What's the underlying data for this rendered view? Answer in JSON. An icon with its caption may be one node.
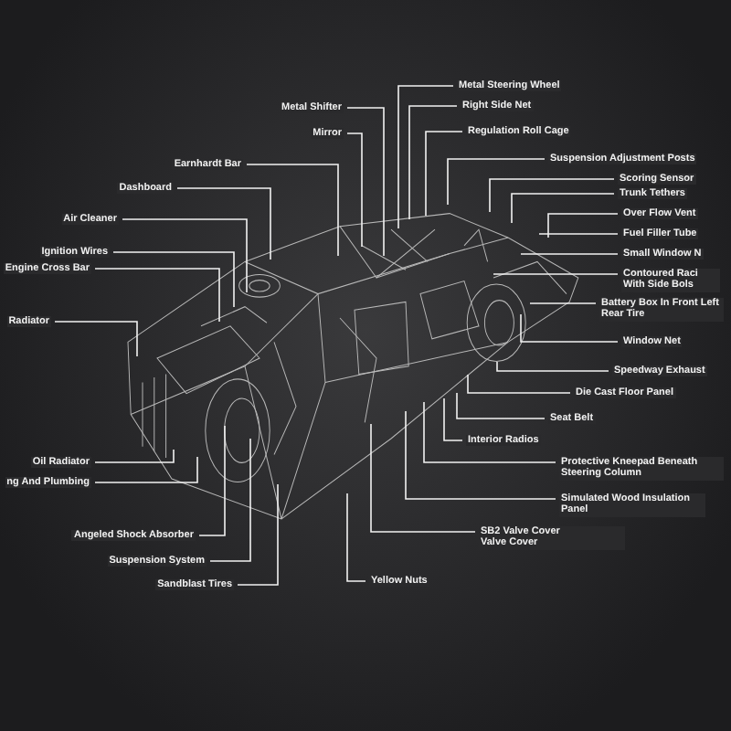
{
  "diagram": {
    "nodes": [
      {
        "text": [
          "Metal Shifter"
        ]
      },
      {
        "text": [
          "Mirror"
        ]
      },
      {
        "text": [
          "Earnhardt Bar"
        ]
      },
      {
        "text": [
          "Dashboard"
        ]
      },
      {
        "text": [
          "Air Cleaner"
        ]
      },
      {
        "text": [
          "Ignition Wires"
        ]
      },
      {
        "text": [
          "Engine Cross Bar"
        ]
      },
      {
        "text": [
          "Radiator"
        ]
      },
      {
        "text": [
          "Oil Radiator"
        ]
      },
      {
        "text": [
          "ng And Plumbing"
        ]
      },
      {
        "text": [
          "Angeled Shock Absorber"
        ]
      },
      {
        "text": [
          "Suspension System"
        ]
      },
      {
        "text": [
          "Sandblast Tires"
        ]
      },
      {
        "text": [
          "Yellow Nuts"
        ]
      },
      {
        "text": [
          "Metal Steering Wheel"
        ]
      },
      {
        "text": [
          "Right Side Net"
        ]
      },
      {
        "text": [
          "Regulation Roll Cage"
        ]
      },
      {
        "text": [
          "Suspension Adjustment Posts"
        ]
      },
      {
        "text": [
          "Scoring Sensor"
        ]
      },
      {
        "text": [
          "Trunk Tethers"
        ]
      },
      {
        "text": [
          "Over Flow Vent"
        ]
      },
      {
        "text": [
          "Fuel Filler Tube"
        ]
      },
      {
        "text": [
          "Small Window N"
        ]
      },
      {
        "text": [
          "Contoured Raci With Side Bols"
        ]
      },
      {
        "text": [
          "Battery Box In Front Left Rear Tire"
        ]
      },
      {
        "text": [
          "Window Net"
        ]
      },
      {
        "text": [
          "Speedway Exhaust"
        ]
      },
      {
        "text": [
          "Die Cast Floor Panel"
        ]
      },
      {
        "text": [
          "Seat Belt"
        ]
      },
      {
        "text": [
          "Interior Radios"
        ]
      },
      {
        "text": [
          "Protective Kneepad Beneath Steering Column"
        ]
      },
      {
        "text": [
          "Simulated Wood Insulation Panel"
        ]
      },
      {
        "text": [
          "SB2 Valve Cover",
          "Valve Cover"
        ]
      }
    ],
    "edges": [
      {
        "from": 0,
        "to": null,
        "arrow": "none"
      },
      {
        "from": 1,
        "to": null,
        "arrow": "none"
      },
      {
        "from": 2,
        "to": null,
        "arrow": "none"
      },
      {
        "from": 3,
        "to": null,
        "arrow": "none"
      },
      {
        "from": 4,
        "to": null,
        "arrow": "none"
      },
      {
        "from": 5,
        "to": null,
        "arrow": "none"
      },
      {
        "from": 6,
        "to": null,
        "arrow": "none"
      },
      {
        "from": 7,
        "to": null,
        "arrow": "none"
      },
      {
        "from": 8,
        "to": null,
        "arrow": "none"
      },
      {
        "from": 9,
        "to": null,
        "arrow": "none"
      },
      {
        "from": 10,
        "to": null,
        "arrow": "none"
      },
      {
        "from": 11,
        "to": null,
        "arrow": "none"
      },
      {
        "from": 12,
        "to": null,
        "arrow": "none"
      },
      {
        "from": 13,
        "to": null,
        "arrow": "none"
      },
      {
        "from": 14,
        "to": null,
        "arrow": "none"
      },
      {
        "from": 15,
        "to": null,
        "arrow": "none"
      },
      {
        "from": 16,
        "to": null,
        "arrow": "none"
      },
      {
        "from": 17,
        "to": null,
        "arrow": "none"
      },
      {
        "from": 18,
        "to": null,
        "arrow": "none"
      },
      {
        "from": 19,
        "to": null,
        "arrow": "none"
      },
      {
        "from": 20,
        "to": null,
        "arrow": "none"
      },
      {
        "from": 21,
        "to": null,
        "arrow": "none"
      },
      {
        "from": 22,
        "to": null,
        "arrow": "none"
      },
      {
        "from": 23,
        "to": null,
        "arrow": "none"
      },
      {
        "from": 24,
        "to": null,
        "arrow": "none"
      },
      {
        "from": 25,
        "to": null,
        "arrow": "none"
      },
      {
        "from": 26,
        "to": null,
        "arrow": "none"
      },
      {
        "from": 27,
        "to": null,
        "arrow": "none"
      },
      {
        "from": 28,
        "to": null,
        "arrow": "none"
      },
      {
        "from": 29,
        "to": null,
        "arrow": "none"
      },
      {
        "from": 30,
        "to": null,
        "arrow": "none"
      },
      {
        "from": 31,
        "to": null,
        "arrow": "none"
      },
      {
        "from": 32,
        "to": null,
        "arrow": "none"
      }
    ]
  }
}
